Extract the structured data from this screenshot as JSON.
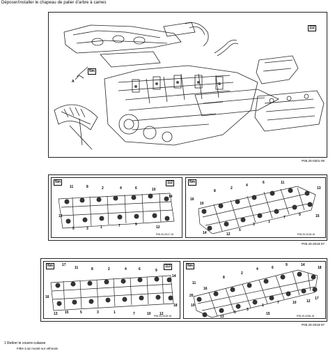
{
  "page": {
    "title": "Déposer/installer le chapeau de palier d'arbre à cames"
  },
  "figure_top": {
    "ref": "P05.20-0301-09",
    "tool_tag": "112",
    "nm_tag": "Nm",
    "callout": "A"
  },
  "figure_mid": {
    "ref": "P05.20-2019-07",
    "left_panel": {
      "nm_tag": "Nm",
      "tool_tag": "112",
      "inner_ref": "P05.20-2017-15",
      "labels": [
        "11",
        "8",
        "2",
        "4",
        "6",
        "10",
        "14",
        "13",
        "5",
        "3",
        "1",
        "7",
        "9",
        "12"
      ]
    },
    "right_panel": {
      "nm_tag": "Nm",
      "inner_ref": "P05.20-2018-15",
      "labels": [
        "8",
        "2",
        "4",
        "6",
        "11",
        "13",
        "16",
        "10",
        "3",
        "1",
        "7",
        "9",
        "5",
        "14",
        "12",
        "15"
      ]
    }
  },
  "figure_bottom": {
    "ref": "P05.20-2016-07",
    "left_panel": {
      "nm_tag": "Nm",
      "tool_tag": "113",
      "inner_ref": "P05.20-2015-15",
      "labels": [
        "17",
        "11",
        "8",
        "2",
        "4",
        "6",
        "9",
        "14",
        "16",
        "15",
        "5",
        "3",
        "1",
        "7",
        "10",
        "12",
        "13",
        "18"
      ]
    },
    "right_panel": {
      "nm_tag": "Nm",
      "inner_ref": "P05.20-2036-15",
      "labels": [
        "8",
        "2",
        "4",
        "6",
        "9",
        "14",
        "18",
        "20",
        "11",
        "16",
        "3",
        "1",
        "5",
        "7",
        "10",
        "12",
        "13",
        "15",
        "17",
        "19"
      ]
    }
  },
  "footer": {
    "step1": "1    Retirer le couvre-culasse",
    "step1_sub": "Filtre à air monté sur véhicule"
  }
}
